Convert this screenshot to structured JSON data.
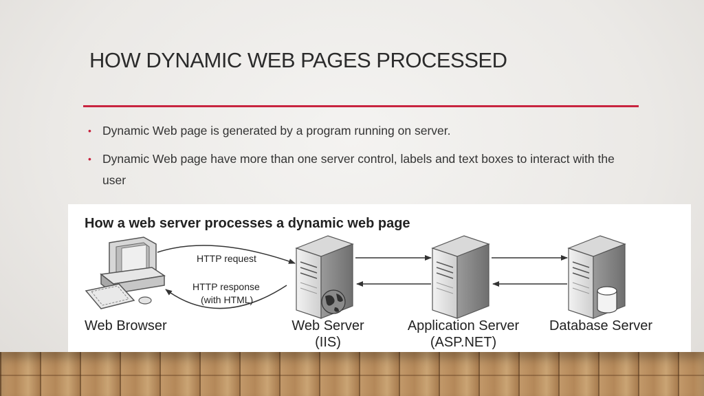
{
  "slide": {
    "title": "HOW DYNAMIC WEB PAGES PROCESSED",
    "accent_color": "#c8243f",
    "bullet_glyph": "•",
    "bullets": [
      "Dynamic Web page is generated by a program running on server.",
      "Dynamic Web page have more than one server control, labels and text boxes to interact with the user"
    ]
  },
  "diagram": {
    "title": "How a web server processes a dynamic web page",
    "arrow_labels": {
      "request": "HTTP request",
      "response_line1": "HTTP response",
      "response_line2": "(with HTML)"
    },
    "nodes": {
      "browser": "Web Browser",
      "web_server_line1": "Web Server",
      "web_server_line2": "(IIS)",
      "app_server_line1": "Application Server",
      "app_server_line2": "(ASP.NET)",
      "db_server": "Database Server"
    },
    "icons": [
      "desktop-computer-icon",
      "server-tower-icon",
      "globe-icon",
      "database-cylinder-icon"
    ]
  }
}
